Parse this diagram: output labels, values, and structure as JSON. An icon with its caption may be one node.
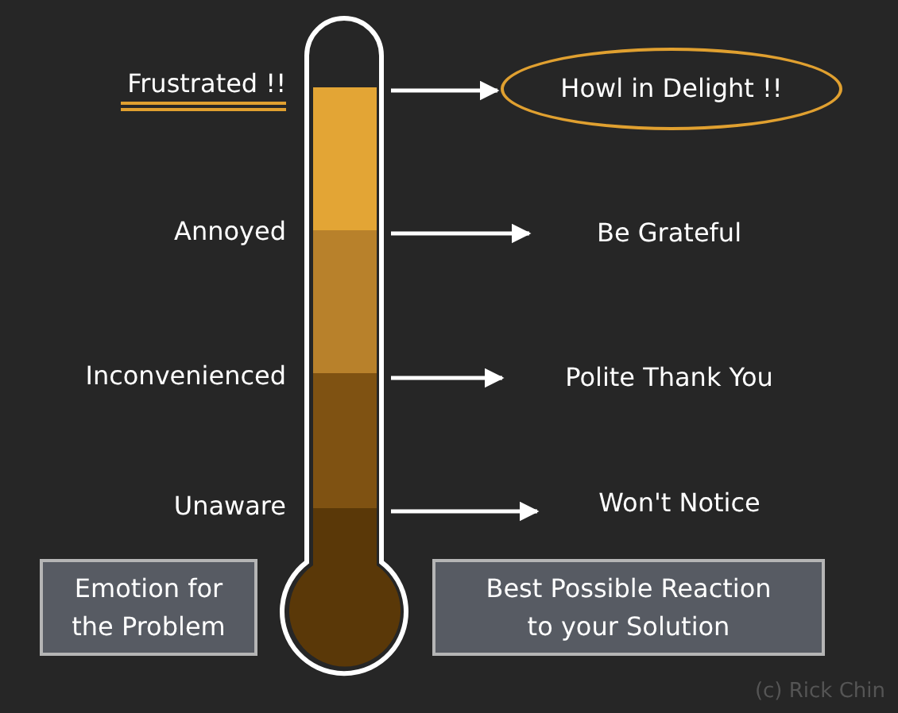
{
  "diagram": {
    "nodes": [
      {
        "text": [],
        "shape": "bar",
        "beside": [
          "Frustrated !!"
        ]
      },
      {
        "text": [],
        "shape": "bar",
        "beside": [
          "Annoyed"
        ]
      },
      {
        "text": [],
        "shape": "bar",
        "beside": [
          "Inconvenienced"
        ]
      },
      {
        "text": [],
        "shape": "bar",
        "beside": [
          "Unaware"
        ]
      },
      {
        "text": [
          "Howl in Delight !!"
        ]
      },
      {
        "text": [
          "Be Grateful"
        ]
      },
      {
        "text": [
          "Polite Thank You"
        ]
      },
      {
        "text": [
          "Won't Notice"
        ]
      },
      {
        "text": [
          "Emotion for the Problem"
        ]
      },
      {
        "text": [
          "Best Possible Reaction to your Solution"
        ]
      }
    ],
    "edges": [
      {
        "from": 0,
        "to": 4,
        "arrow": "to"
      },
      {
        "from": 1,
        "to": 5,
        "arrow": "to"
      },
      {
        "from": 2,
        "to": 6,
        "arrow": "to"
      },
      {
        "from": 3,
        "to": 7,
        "arrow": "to"
      }
    ],
    "labels": [
      "(c) Rick Chin"
    ]
  }
}
